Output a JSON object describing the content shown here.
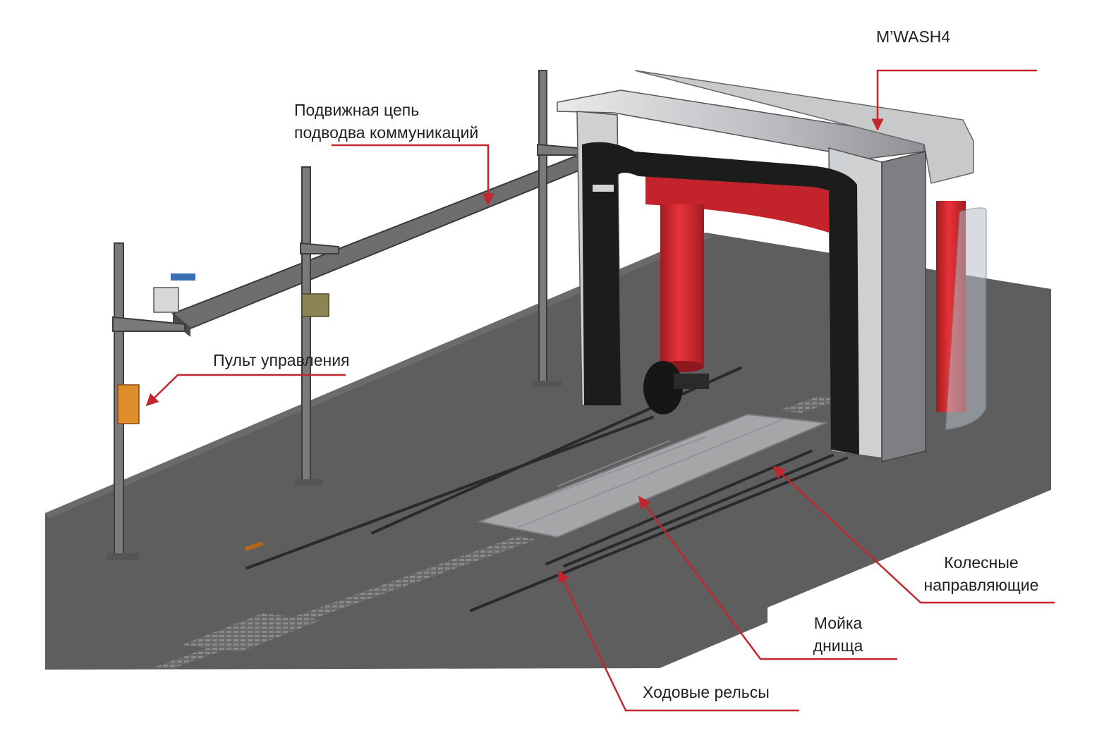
{
  "labels": {
    "product": "M’WASH4",
    "chain": [
      "Подвижная цепь",
      "подводва коммуникаций"
    ],
    "control_panel": "Пульт управления",
    "wheel_guides": [
      "Колесные",
      "направляющие"
    ],
    "underbody_wash": [
      "Мойка",
      "днища"
    ],
    "running_rails": "Ходовые рельсы"
  },
  "colors": {
    "callout_line": "#c1272d",
    "floor": "#5d5d5d",
    "machine_red": "#d8262d",
    "machine_black": "#1c1c1c",
    "machine_steel": "#cfd0d2",
    "text": "#231f20"
  }
}
